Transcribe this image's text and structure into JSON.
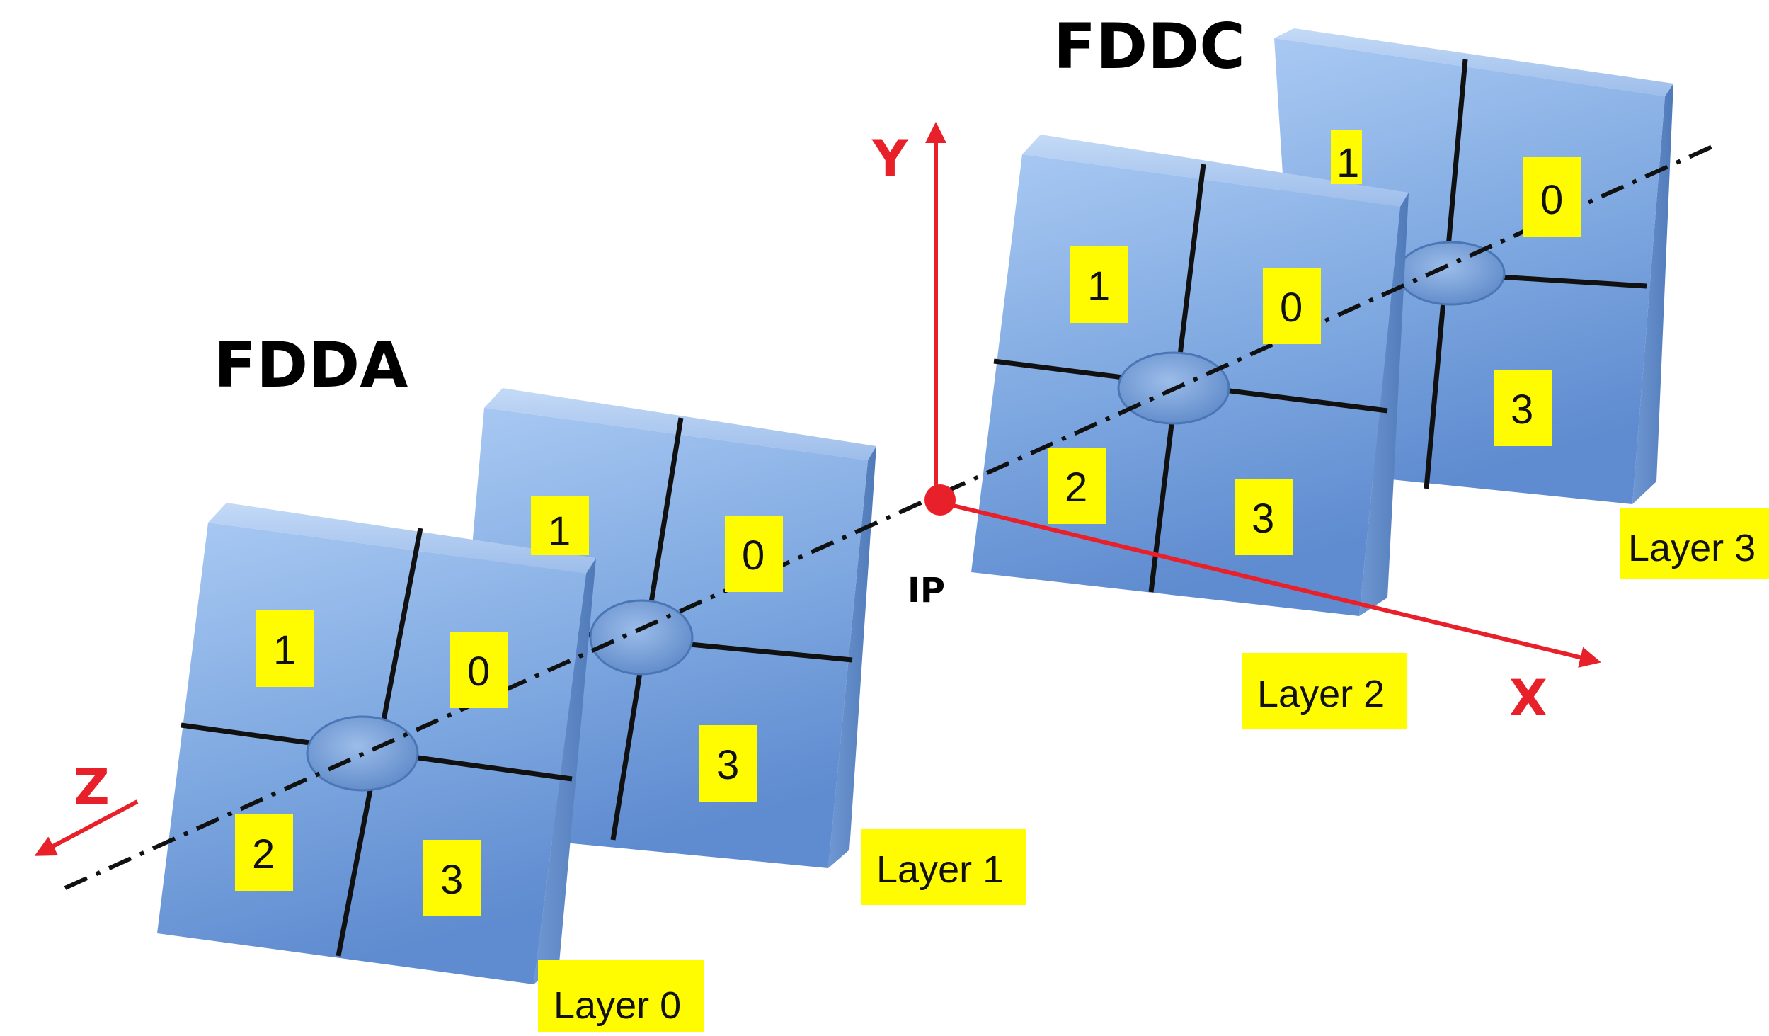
{
  "titles": {
    "fdda": "FDDA",
    "fddc": "FDDC"
  },
  "axes": {
    "x": "X",
    "y": "Y",
    "z": "Z",
    "origin": "IP"
  },
  "colors": {
    "axis": "#e8202a",
    "label_bg": "#fffb00",
    "panel_face": "#82aee6",
    "panel_top": "#aac8f0",
    "panel_side": "#5e88c4"
  },
  "layers": [
    {
      "name": "Layer 0",
      "quadrants": [
        "0",
        "1",
        "2",
        "3"
      ]
    },
    {
      "name": "Layer 1",
      "quadrants": [
        "0",
        "1",
        "",
        "3"
      ]
    },
    {
      "name": "Layer 2",
      "quadrants": [
        "0",
        "1",
        "2",
        "3"
      ]
    },
    {
      "name": "Layer 3",
      "quadrants": [
        "0",
        "1",
        "",
        "3"
      ]
    }
  ]
}
